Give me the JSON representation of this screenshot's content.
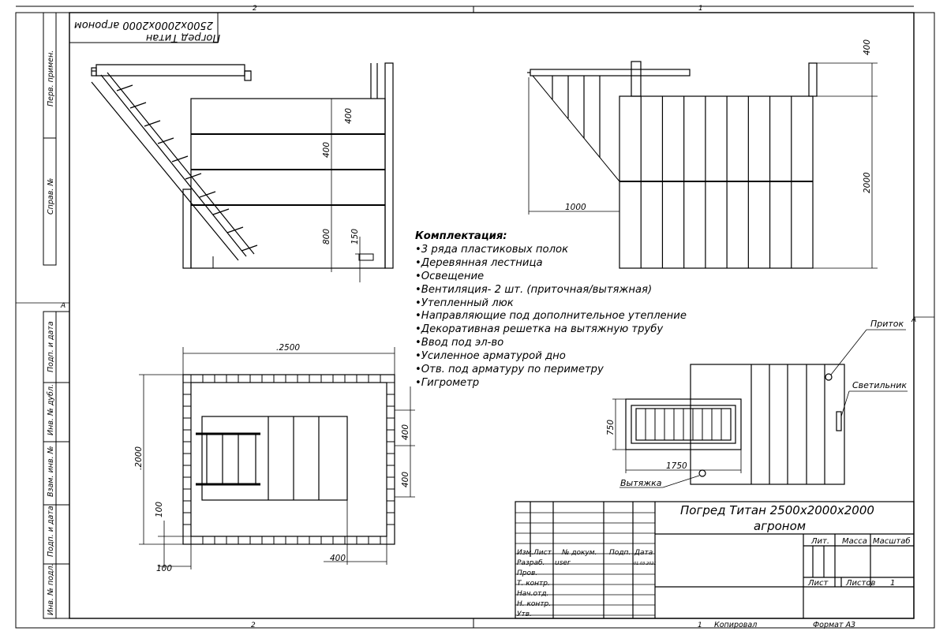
{
  "sheet": {
    "zone_top_left": "2",
    "zone_top_right": "1",
    "zone_bottom_left": "2",
    "zone_bottom_right": "1",
    "row_mark_left": "A",
    "row_mark_right": "A",
    "upside_label_line1": "Погред Титан",
    "upside_label_line2": "2500x2000x2000 агроном",
    "copied_label": "Копировал",
    "format_label": "Формат А3"
  },
  "side_column": {
    "primary_use": "Перв. примен.",
    "reference_no": "Справ. №",
    "sign_date_1": "Подп. и дата",
    "inv_dup": "Инв. № дубл.",
    "swap_inv": "Взам. инв. №",
    "sign_date_2": "Подп. и дата",
    "inv_original": "Инв. № подл."
  },
  "front_view": {
    "dim_1": "400",
    "dim_2": "400",
    "dim_3": "800",
    "dim_4": "150"
  },
  "side_view": {
    "dim_top": "400",
    "dim_height": "2000",
    "dim_stair": "1000"
  },
  "plan_view": {
    "dim_width": ".2500",
    "dim_depth": ".2000",
    "dim_shelf_1": "400",
    "dim_shelf_2": "400",
    "dim_bottom": "400",
    "dim_offset_v": "100",
    "dim_offset_h": "100"
  },
  "hatch_view": {
    "label_intake": "Приток",
    "label_light": "Светильник",
    "label_exhaust": "Вытяжка",
    "dim_width": "1750",
    "dim_height": "750"
  },
  "specification": {
    "heading": "Комплектация:",
    "items": [
      "3 ряда пластиковых полок",
      "Деревянная лестница",
      "Освещение",
      "Вентиляция- 2 шт. (приточная/вытяжная)",
      "Утепленный люк",
      "Направляющие под дополнительное утепление",
      "Декоративная решетка на вытяжную трубу",
      "Ввод под эл-во",
      "Усиленное арматурой дно",
      "Отв. под арматуру по периметру",
      "Гигрометр"
    ]
  },
  "title_block": {
    "title_line1": "Погред Титан 2500x2000x2000",
    "title_line2": "агроном",
    "col_izm": "Изм.",
    "col_list": "Лист",
    "col_doc": "№ докум.",
    "col_sign": "Подп.",
    "col_date": "Дата",
    "row_develop": "Разраб.",
    "developer": "user",
    "develop_date": "01.03.2021",
    "row_check": "Пров.",
    "row_tcontrol": "Т. контр.",
    "row_head": "Нач.отд.",
    "row_ncontrol": "Н. контр.",
    "row_approve": "Утв.",
    "lit_label": "Лит.",
    "mass_label": "Масса",
    "scale_label": "Масштаб",
    "sheet_label": "Лист",
    "sheets_label": "Листов",
    "sheets_value": "1"
  }
}
